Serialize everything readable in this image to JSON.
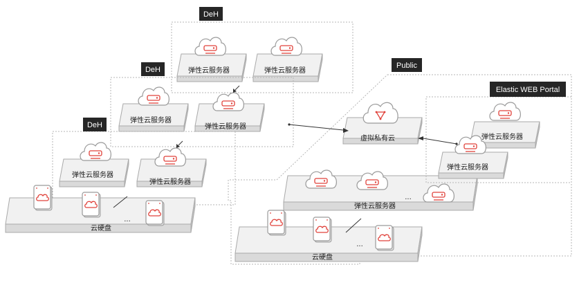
{
  "deh_zones": [
    {
      "tag": "DeH",
      "servers": [
        "弹性云服务器",
        "弹性云服务器"
      ]
    },
    {
      "tag": "DeH",
      "servers": [
        "弹性云服务器",
        "弹性云服务器"
      ]
    },
    {
      "tag": "DeH",
      "servers": [
        "弹性云服务器",
        "弹性云服务器"
      ],
      "disk_label": "云硬盘",
      "ellipsis": "..."
    }
  ],
  "public_zone": {
    "tag": "Public",
    "vpc_label": "虚拟私有云",
    "server_pool_label": "弹性云服务器",
    "pool_ellipsis": "...",
    "disk_label": "云硬盘",
    "disk_ellipsis": "..."
  },
  "elastic_zone": {
    "tag": "Elastic WEB Portal",
    "servers": [
      "弹性云服务器",
      "弹性云服务器"
    ]
  },
  "colors": {
    "accent": "#e0413a",
    "tag_bg": "#262626",
    "slab": "#f1f1f1"
  },
  "icons": [
    "cloud-server-icon",
    "cloud-vpc-icon",
    "cloud-disk-icon"
  ]
}
